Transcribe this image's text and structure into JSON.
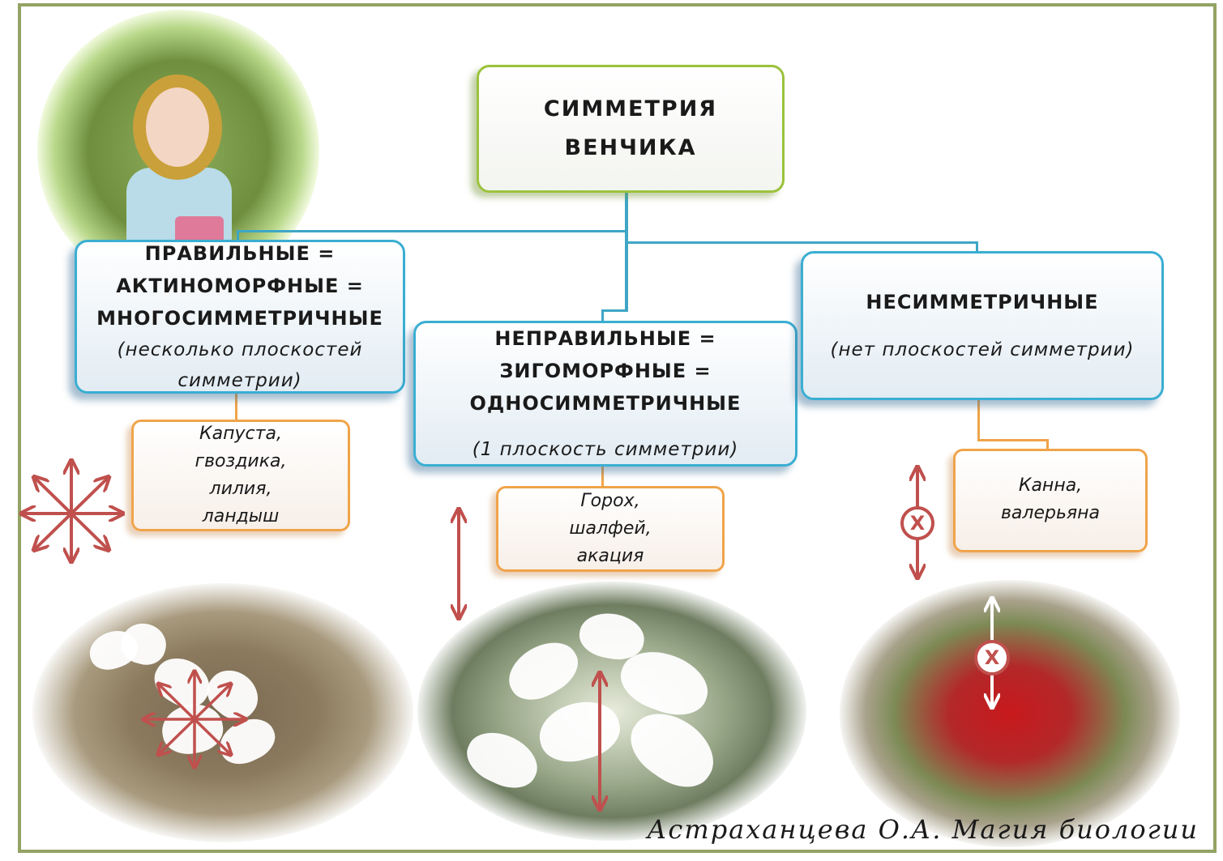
{
  "root": {
    "line1": "СИММЕТРИЯ",
    "line2": "ВЕНЧИКА"
  },
  "categories": [
    {
      "lines": [
        "ПРАВИЛЬНЫЕ =",
        "АКТИНОМОРФНЫЕ =",
        "МНОГОСИММЕТРИЧНЫЕ"
      ],
      "note": [
        "(несколько плоскостей",
        "симметрии)"
      ],
      "examples": [
        "Капуста,",
        "гвоздика,",
        "лилия,",
        "ландыш"
      ]
    },
    {
      "lines": [
        "НЕПРАВИЛЬНЫЕ =",
        "ЗИГОМОРФНЫЕ =",
        "ОДНОСИММЕТРИЧНЫЕ"
      ],
      "note": [
        "(1 плоскость симметрии)"
      ],
      "examples": [
        "Горох,",
        "шалфей,",
        "акация"
      ]
    },
    {
      "lines": [
        "НЕСИММЕТРИЧНЫЕ"
      ],
      "note": [
        "(нет плоскостей симметрии)"
      ],
      "examples": [
        "Канна,",
        "валерьяна"
      ]
    }
  ],
  "markers": {
    "no_symmetry": "X"
  },
  "signature": "Астраханцева О.А. Магия биологии",
  "colors": {
    "frame": "#93a364",
    "root_border": "#9bc23c",
    "category_border": "#3aaed2",
    "example_border": "#f0a44a",
    "arrow": "#c0504d"
  }
}
